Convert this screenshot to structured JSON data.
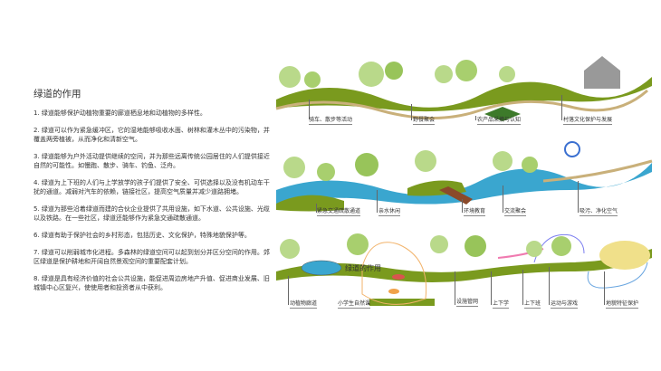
{
  "text": {
    "title": "绿道的作用",
    "items": [
      "1. 绿道能够保护动植物重要的廊道栖息地和动植物的多样性。",
      "2. 绿道可以作为紧急缓冲区，它的湿地能够吸收水面、树林和灌木丛中的污染物，并覆盖两旁植被，从而净化和清新空气。",
      "3. 绿道能够为户外活动提供继续的空间，并为那些远离传统公园居住的人们提供接近自然的可能性。如慢跑、散步、骑车、钓鱼、泛舟。",
      "4. 绿道为上下班的人们与上学放学的孩子们提供了安全、可供选择以及没有机动车干扰的通道。减弱对汽车的依赖，链接社区，提高空气质量并减少道路拥堵。",
      "5. 绿道为那些沿着绿道而建的合伙企业提供了共用设施，如下水道、公共设施、光缆以及铁路。在一些社区，绿道还能够作为紧急交通疏散通道。",
      "6. 绿道有助于保护社会的乡村形态，包括历史、文化保护，特殊地貌保护等。",
      "7. 绿道可以削弱城市化进程。多森林的绿道空间可以起到划分并区分空间的作用。郊区绿道是保护耕地和开阔自然景观空间的重要配套计划。",
      "8. 绿道是具有经济价值的社会公共设施，能促进周边房地产升值、促进商业发展、旧城镇中心区复兴，使使用者和投资者从中获利。"
    ]
  },
  "diagram": {
    "row1": [
      "骑车、散步等活动",
      "野餐聚会",
      "农产品采摘与认知",
      "村落文化保护与发展"
    ],
    "row2": [
      "紧急交通疏散通道",
      "亲水休闲",
      "环境教育",
      "交流聚会",
      "吸污、净化空气"
    ],
    "row3": [
      "动植物廊道",
      "小学生自然课",
      "设施管网",
      "上下学",
      "上下班",
      "运动与游戏",
      "地貌特征保护"
    ],
    "inset_title": "绿道的作用"
  },
  "colors": {
    "green": "#7a9a1e",
    "water": "#3aa6cf",
    "path": "#c9b07a",
    "tree": "#b9d98a"
  }
}
